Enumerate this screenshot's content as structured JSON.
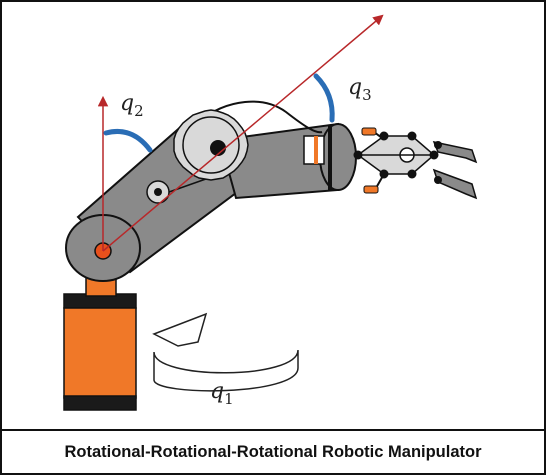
{
  "caption": "Rotational-Rotational-Rotational Robotic Manipulator",
  "joint_labels": {
    "q1": {
      "symbol": "q",
      "subscript": "1"
    },
    "q2": {
      "symbol": "q",
      "subscript": "2"
    },
    "q3": {
      "symbol": "q",
      "subscript": "3"
    }
  },
  "colors": {
    "link": "#8a8a8a",
    "link_dark": "#6b6b6b",
    "base": "#f07828",
    "base_caps": "#1a1a1a",
    "axis_arrow": "#b8282a",
    "joint_angle_arc": "#2a6db5",
    "gear": "#d9d9d9",
    "joint_center": "#e8501c"
  }
}
